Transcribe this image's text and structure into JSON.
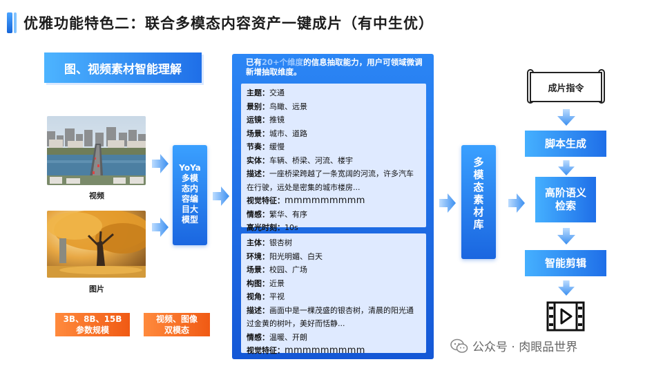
{
  "title": "优雅功能特色二：联合多模态内容资产一键成片（有中生优）",
  "left": {
    "banner": "图、视频素材智能理解",
    "video_caption": "视频",
    "image_caption": "图片",
    "pill_params": "3B、8B、15B\n参数规模",
    "pill_modal": "视频、图像\n双模态"
  },
  "model_box": "YoYa\n多模\n态内\n容编\n目大\n模型",
  "panel": {
    "header_pre": "已有",
    "header_faint": "20+个维度",
    "header_post": "的信息抽取能力，用户可领域微调新增抽取维度。",
    "card1": [
      {
        "k": "主题：",
        "v": "交通"
      },
      {
        "k": "景别：",
        "v": "鸟瞰、远景"
      },
      {
        "k": "运镜：",
        "v": "推镜"
      },
      {
        "k": "场景：",
        "v": "城市、道路"
      },
      {
        "k": "节奏：",
        "v": "缓慢"
      },
      {
        "k": "实体：",
        "v": "车辆、桥梁、河流、楼宇"
      },
      {
        "k": "描述：",
        "v": "一座桥梁跨越了一条宽阔的河流，许多汽车在行驶，远处是密集的城市楼房..."
      },
      {
        "k": "视觉特征：",
        "v": "mmmmmmmmm"
      },
      {
        "k": "情感：",
        "v": "繁华、有序"
      },
      {
        "k": "高光时刻：",
        "v": "10s"
      }
    ],
    "card2": [
      {
        "k": "主体：",
        "v": "银杏树"
      },
      {
        "k": "环境：",
        "v": "阳光明媚、白天"
      },
      {
        "k": "场景：",
        "v": "校园、广场"
      },
      {
        "k": "构图：",
        "v": "近景"
      },
      {
        "k": "视角：",
        "v": "平视"
      },
      {
        "k": "描述：",
        "v": "画面中是一棵茂盛的银杏树，清晨的阳光通过金黄的树叶，美好而恬静..."
      },
      {
        "k": "情感：",
        "v": "温暖、开朗"
      },
      {
        "k": "视觉特征：",
        "v": "mmmmmmmmm"
      }
    ]
  },
  "assets_box": "多\n模\n态\n素\n材\n库",
  "right": {
    "instruction": "成片指令",
    "step1": "脚本生成",
    "step2": "高阶语义\n检索",
    "step3": "智能剪辑"
  },
  "watermark": "公众号 · 肉眼品世界",
  "colors": {
    "primary": "#1f6fe8",
    "accent": "#f05a14",
    "card_bg": "#dfeaff"
  }
}
